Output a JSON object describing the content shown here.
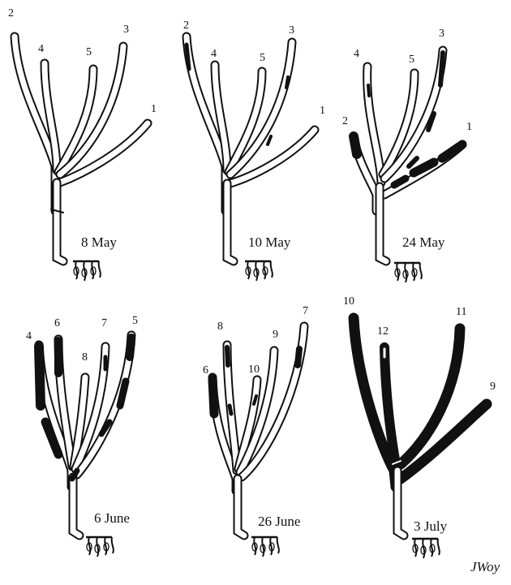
{
  "panels": [
    {
      "date": "8 May",
      "labels": [
        "2",
        "4",
        "5",
        "3",
        "1"
      ]
    },
    {
      "date": "10 May",
      "labels": [
        "2",
        "4",
        "5",
        "3",
        "1"
      ]
    },
    {
      "date": "24 May",
      "labels": [
        "4",
        "5",
        "3",
        "2",
        "1"
      ]
    },
    {
      "date": "6 June",
      "labels": [
        "4",
        "6",
        "7",
        "5",
        "8"
      ]
    },
    {
      "date": "26 June",
      "labels": [
        "8",
        "7",
        "9",
        "6",
        "10"
      ]
    },
    {
      "date": "3 July",
      "labels": [
        "10",
        "12",
        "11",
        "9"
      ]
    }
  ],
  "signature": "JWoy",
  "colors": {
    "ink": "#111111",
    "background": "#ffffff"
  }
}
